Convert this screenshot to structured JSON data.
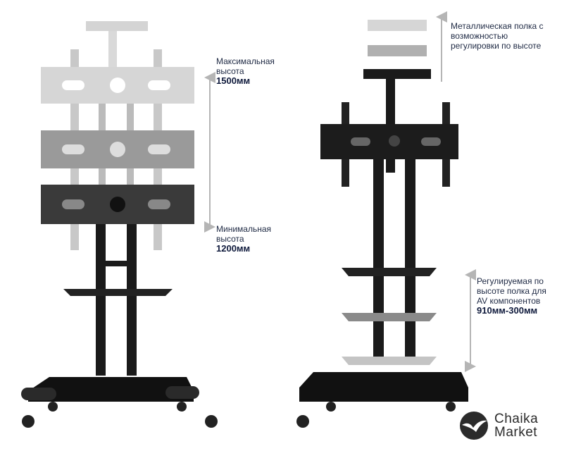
{
  "left_stand": {
    "max_label": "Максимальная высота",
    "max_value": "1500мм",
    "min_label": "Минимальная высота",
    "min_value": "1200мм"
  },
  "right_stand": {
    "top_shelf_label": "Металлическая полка с возможностью регулировки по высоте",
    "av_shelf_label": "Регулируемая по высоте полка для AV компонентов",
    "av_shelf_range": "910мм-300мм"
  },
  "logo": {
    "line1": "Chaika",
    "line2": "Market"
  },
  "colors": {
    "text": "#1f2a44",
    "arrow": "#b5b5b5",
    "metal": "#1a1a1a"
  }
}
